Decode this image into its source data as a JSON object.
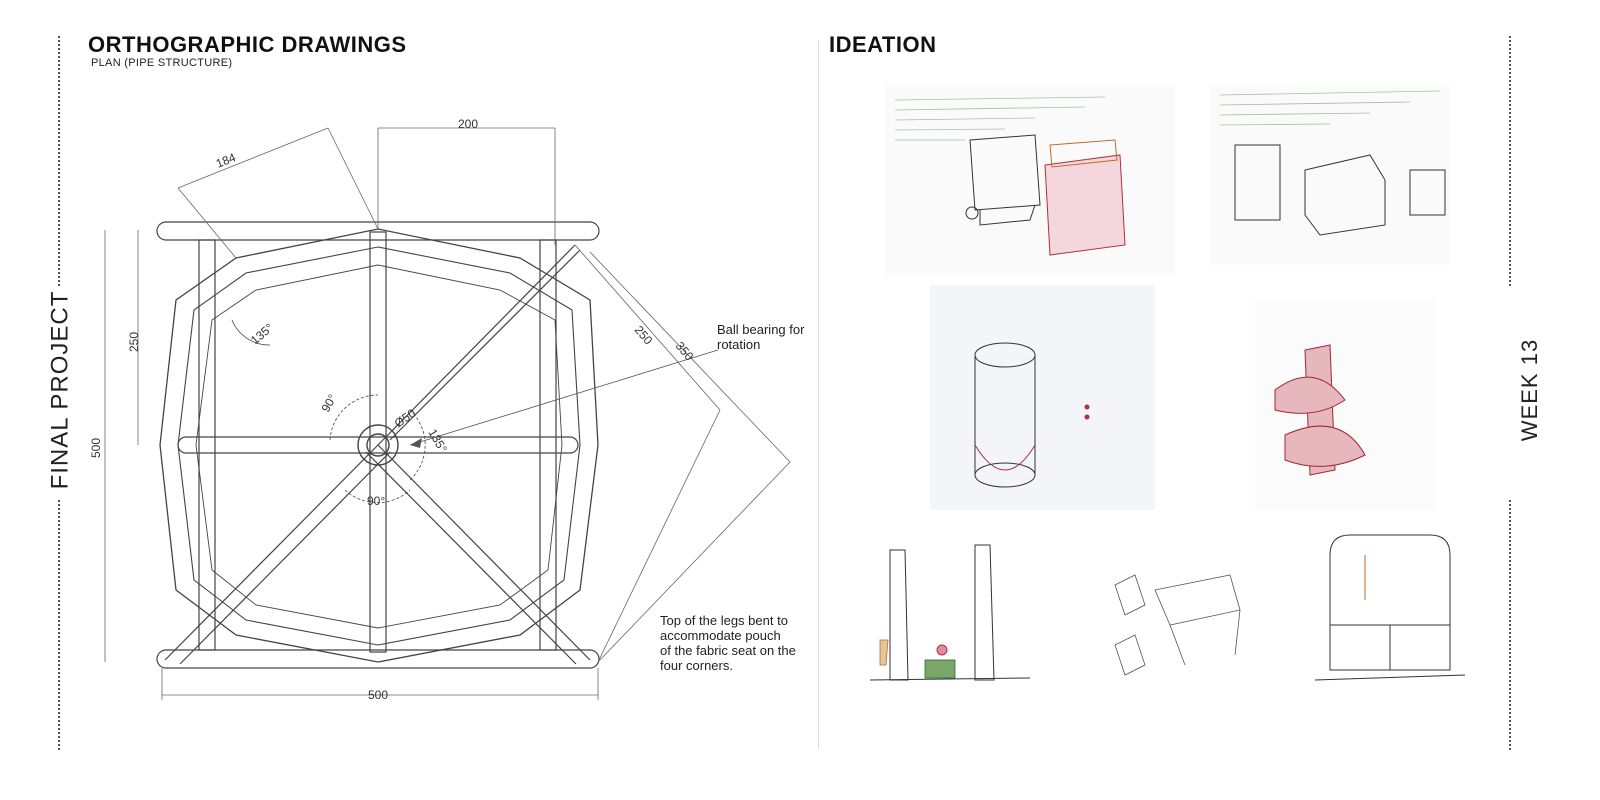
{
  "side_label_left": "FINAL PROJECT",
  "side_label_right": "WEEK 13",
  "left_section": {
    "title": "ORTHOGRAPHIC DRAWINGS",
    "subtitle": "PLAN  (PIPE STRUCTURE)",
    "dimensions": {
      "top_width": "200",
      "diagonal": "184",
      "left_height": "250",
      "overall_height": "500",
      "overall_width": "500",
      "angle_outer": "135°",
      "angle_center_top": "90°",
      "angle_center_bottom": "90°",
      "angle_center_right": "135°",
      "hub_diameter": "Ø50",
      "diag_250": "250",
      "diag_350": "350"
    },
    "annotation_bearing": "Ball bearing for rotation",
    "annotation_bearing_line1": "Ball bearing for",
    "annotation_bearing_line2": "rotation",
    "annotation_legs_lines": [
      "Top of the legs bent to",
      "accommodate pouch",
      "of the fabric seat on the",
      "four corners."
    ]
  },
  "right_section": {
    "title": "IDEATION",
    "sketches": [
      "cart-sketch",
      "pegboard-cabinet-sketch",
      "cylinder-storage-sketch",
      "spiral-shelf-sketch",
      "tree-tool-holder-sketch",
      "folding-rack-sketch",
      "tool-cabinet-sketch"
    ]
  }
}
